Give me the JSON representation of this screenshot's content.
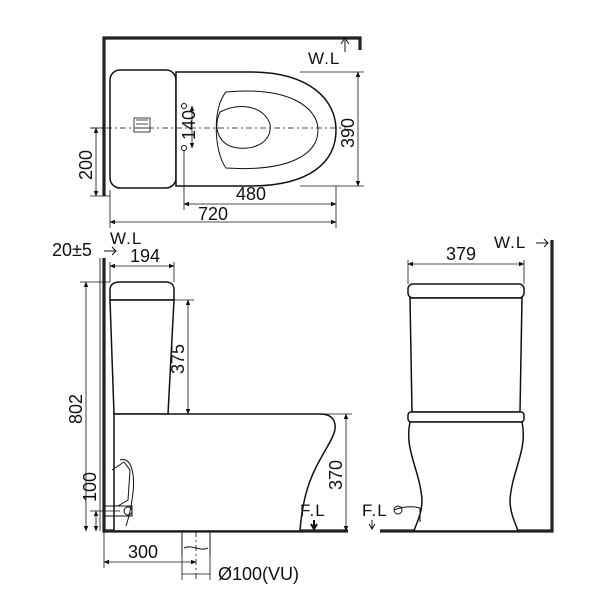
{
  "plan_view": {
    "wall_label": "W.L",
    "dims": {
      "depth": "390",
      "bolt_spacing": "140",
      "offset_from_wall": "200",
      "bowl_length": "480",
      "total_length": "720"
    }
  },
  "side_view": {
    "wall_label": "W.L",
    "floor_label": "F.L",
    "dims": {
      "gap": "20±5",
      "tank_depth": "194",
      "tank_height": "375",
      "total_height": "802",
      "seat_height": "370",
      "inlet_height": "100",
      "rough_in": "300",
      "outlet": "Ø100(VU)"
    }
  },
  "front_view": {
    "wall_label": "W.L",
    "floor_label": "F.L",
    "dims": {
      "width": "379"
    }
  }
}
